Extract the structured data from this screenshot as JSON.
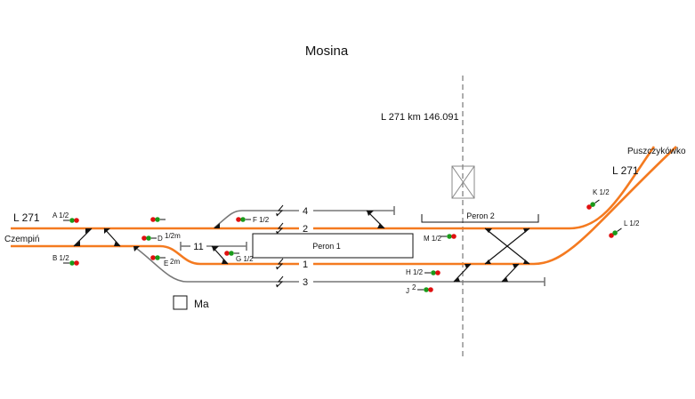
{
  "title": "Mosina",
  "kilometrage": "L 271  km  146.091",
  "lines": {
    "left_line": "L 271",
    "left_direction": "Czempiń",
    "right_line": "L 271",
    "right_direction": "Puszczykówko"
  },
  "tracks": {
    "t4": "4",
    "t2": "2",
    "t1": "1",
    "t3": "3",
    "t11": "11"
  },
  "platforms": {
    "p1": "Peron 1",
    "p2": "Peron 2"
  },
  "signals": {
    "A": "A 1/2",
    "B": "B 1/2",
    "D": "D",
    "D_sub": "1/2m",
    "E": "E",
    "E_sub": "2m",
    "F": "F 1/2",
    "G": "G 1/2",
    "M": "M 1/2",
    "H": "H 1/2",
    "J": "J",
    "J_sub": "2",
    "K": "K 1/2",
    "L": "L 1/2"
  },
  "legend": {
    "ma": "Ma"
  },
  "colors": {
    "main_track": "#f47a20",
    "side_track": "#777777",
    "signal_red": "#e01010",
    "signal_green": "#1a9a1a"
  }
}
